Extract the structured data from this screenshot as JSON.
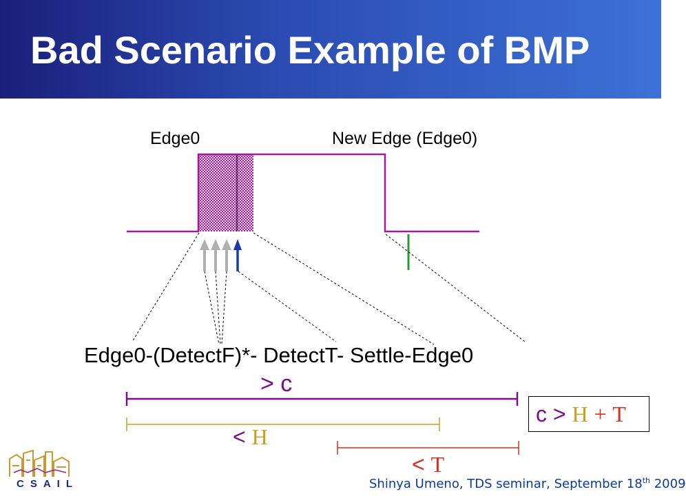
{
  "slide": {
    "title": "Bad Scenario Example of BMP",
    "edge0_label": "Edge0",
    "new_edge_label": "New Edge (Edge0)",
    "sequence": {
      "edge0": "Edge0-",
      "detectF": "(DetectF)*-",
      "detectT": "DetectT-",
      "settle": "Settle-",
      "edge0_end": "Edge0"
    },
    "gt_c": "> c",
    "lt_h_sym": "<",
    "lt_h_var": "H",
    "lt_t_sym": "<",
    "lt_t_var": "T",
    "constraint": {
      "c": "c",
      "gt": ">",
      "h": "H",
      "plus": "+",
      "t": "T"
    },
    "footer": {
      "text": "Shinya Umeno, TDS seminar, September 18",
      "sup": "th",
      "year": " 2009"
    },
    "logo_text": "CSAIL"
  },
  "colors": {
    "header_dark": "#1a1f7a",
    "header_light": "#3d72d6",
    "signal": "#a0189c",
    "h_color": "#c8a020",
    "t_color": "#d83020",
    "c_color": "#7a0e8a",
    "arrow_blue": "#1a3aa8",
    "arrow_green": "#2a9a2a",
    "arrow_gray": "#b0b0b0"
  }
}
